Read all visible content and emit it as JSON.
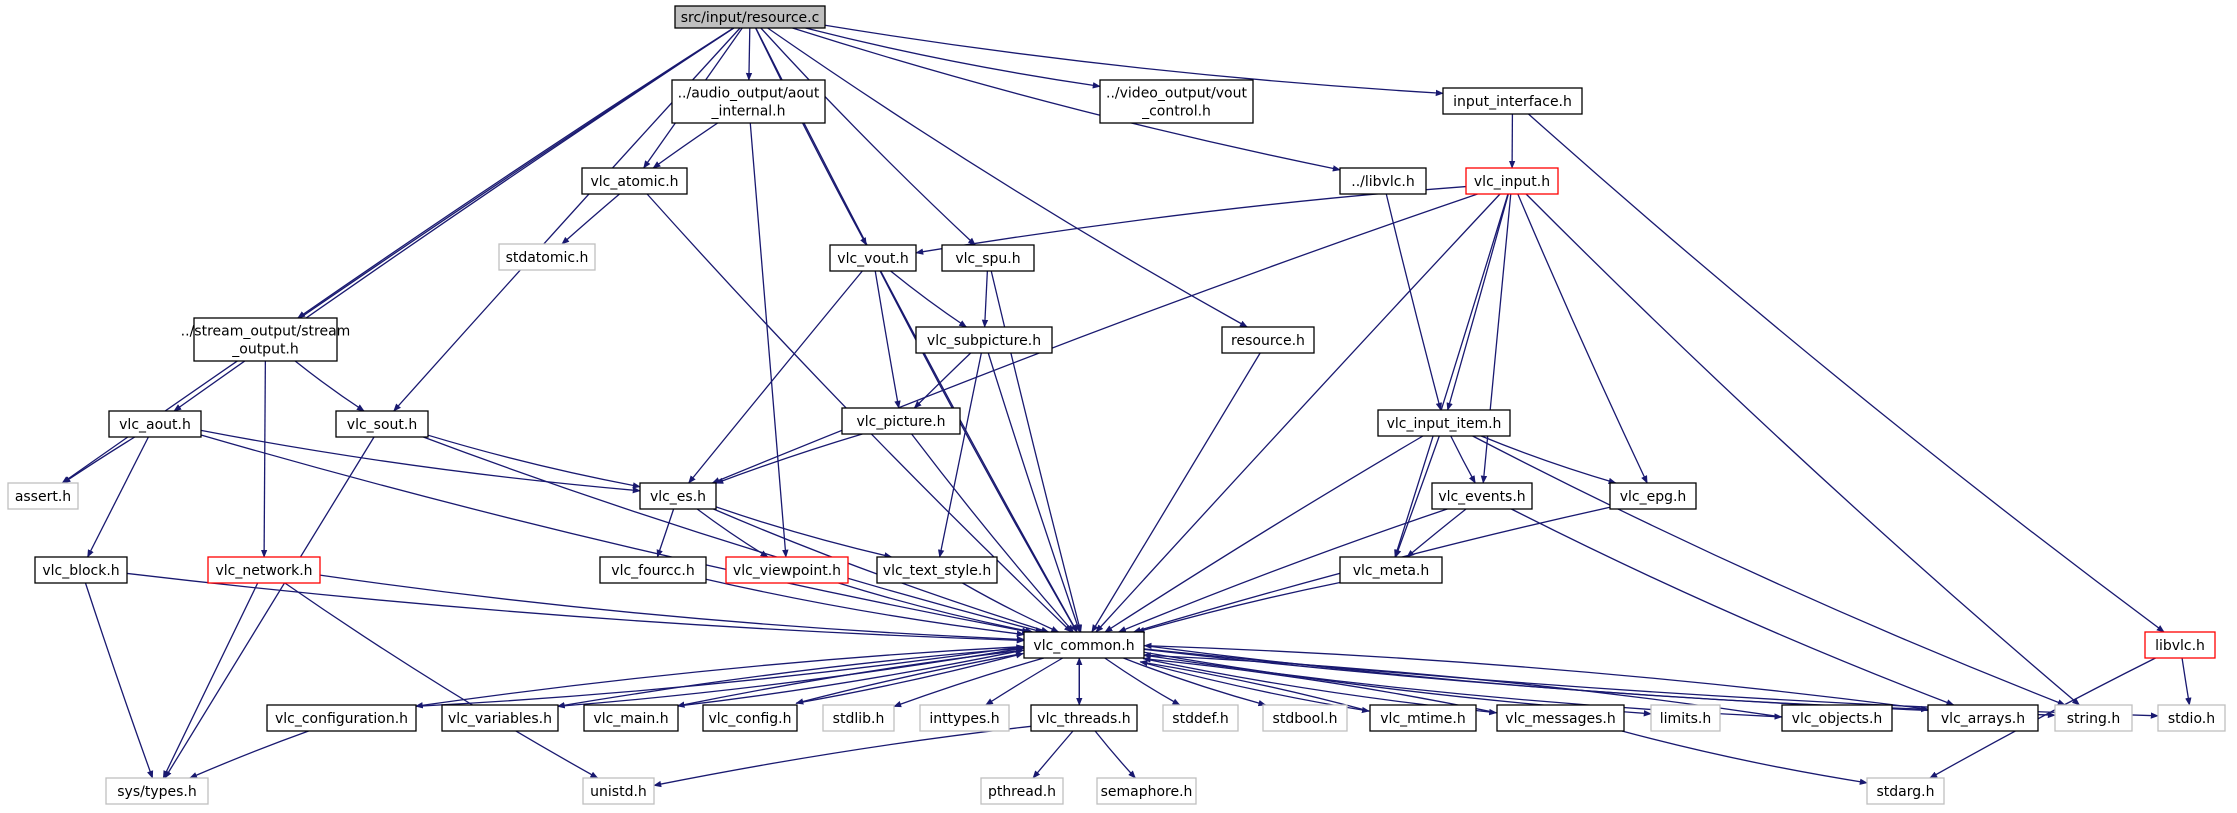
{
  "graph": {
    "colors": {
      "edge": "#191970",
      "border_default": "#000000",
      "border_system": "#bfbfbf",
      "border_truncated": "#ff0000",
      "fill_root": "#bfbfbf",
      "fill_default": "#ffffff",
      "text": "#000000"
    },
    "nodes": [
      {
        "id": "resource_c",
        "lines": [
          "src/input/resource.c"
        ],
        "kind": "root"
      },
      {
        "id": "aout_internal",
        "lines": [
          "../audio_output/aout",
          "_internal.h"
        ],
        "kind": "default"
      },
      {
        "id": "vout_control",
        "lines": [
          "../video_output/vout",
          "_control.h"
        ],
        "kind": "default"
      },
      {
        "id": "input_interface",
        "lines": [
          "input_interface.h"
        ],
        "kind": "default"
      },
      {
        "id": "vlc_atomic",
        "lines": [
          "vlc_atomic.h"
        ],
        "kind": "default"
      },
      {
        "id": "libvlc_rel",
        "lines": [
          "../libvlc.h"
        ],
        "kind": "default"
      },
      {
        "id": "vlc_input",
        "lines": [
          "vlc_input.h"
        ],
        "kind": "truncated"
      },
      {
        "id": "stdatomic",
        "lines": [
          "stdatomic.h"
        ],
        "kind": "system"
      },
      {
        "id": "vlc_vout",
        "lines": [
          "vlc_vout.h"
        ],
        "kind": "default"
      },
      {
        "id": "vlc_spu",
        "lines": [
          "vlc_spu.h"
        ],
        "kind": "default"
      },
      {
        "id": "stream_output",
        "lines": [
          "../stream_output/stream",
          "_output.h"
        ],
        "kind": "default"
      },
      {
        "id": "vlc_subpicture",
        "lines": [
          "vlc_subpicture.h"
        ],
        "kind": "default"
      },
      {
        "id": "resource_h",
        "lines": [
          "resource.h"
        ],
        "kind": "default"
      },
      {
        "id": "vlc_aout",
        "lines": [
          "vlc_aout.h"
        ],
        "kind": "default"
      },
      {
        "id": "vlc_sout",
        "lines": [
          "vlc_sout.h"
        ],
        "kind": "default"
      },
      {
        "id": "vlc_picture",
        "lines": [
          "vlc_picture.h"
        ],
        "kind": "default"
      },
      {
        "id": "vlc_input_item",
        "lines": [
          "vlc_input_item.h"
        ],
        "kind": "default"
      },
      {
        "id": "assert",
        "lines": [
          "assert.h"
        ],
        "kind": "system"
      },
      {
        "id": "vlc_es",
        "lines": [
          "vlc_es.h"
        ],
        "kind": "default"
      },
      {
        "id": "vlc_events",
        "lines": [
          "vlc_events.h"
        ],
        "kind": "default"
      },
      {
        "id": "vlc_epg",
        "lines": [
          "vlc_epg.h"
        ],
        "kind": "default"
      },
      {
        "id": "vlc_block",
        "lines": [
          "vlc_block.h"
        ],
        "kind": "default"
      },
      {
        "id": "vlc_network",
        "lines": [
          "vlc_network.h"
        ],
        "kind": "truncated"
      },
      {
        "id": "vlc_fourcc",
        "lines": [
          "vlc_fourcc.h"
        ],
        "kind": "default"
      },
      {
        "id": "vlc_viewpoint",
        "lines": [
          "vlc_viewpoint.h"
        ],
        "kind": "truncated"
      },
      {
        "id": "vlc_text_style",
        "lines": [
          "vlc_text_style.h"
        ],
        "kind": "default"
      },
      {
        "id": "vlc_meta",
        "lines": [
          "vlc_meta.h"
        ],
        "kind": "default"
      },
      {
        "id": "libvlc_h",
        "lines": [
          "libvlc.h"
        ],
        "kind": "truncated"
      },
      {
        "id": "vlc_common",
        "lines": [
          "vlc_common.h"
        ],
        "kind": "default"
      },
      {
        "id": "vlc_configuration",
        "lines": [
          "vlc_configuration.h"
        ],
        "kind": "default"
      },
      {
        "id": "vlc_variables",
        "lines": [
          "vlc_variables.h"
        ],
        "kind": "default"
      },
      {
        "id": "vlc_main",
        "lines": [
          "vlc_main.h"
        ],
        "kind": "default"
      },
      {
        "id": "vlc_config",
        "lines": [
          "vlc_config.h"
        ],
        "kind": "default"
      },
      {
        "id": "stdlib",
        "lines": [
          "stdlib.h"
        ],
        "kind": "system"
      },
      {
        "id": "inttypes",
        "lines": [
          "inttypes.h"
        ],
        "kind": "system"
      },
      {
        "id": "vlc_threads",
        "lines": [
          "vlc_threads.h"
        ],
        "kind": "default"
      },
      {
        "id": "stddef",
        "lines": [
          "stddef.h"
        ],
        "kind": "system"
      },
      {
        "id": "stdbool",
        "lines": [
          "stdbool.h"
        ],
        "kind": "system"
      },
      {
        "id": "vlc_mtime",
        "lines": [
          "vlc_mtime.h"
        ],
        "kind": "default"
      },
      {
        "id": "vlc_messages",
        "lines": [
          "vlc_messages.h"
        ],
        "kind": "default"
      },
      {
        "id": "limits",
        "lines": [
          "limits.h"
        ],
        "kind": "system"
      },
      {
        "id": "vlc_objects",
        "lines": [
          "vlc_objects.h"
        ],
        "kind": "default"
      },
      {
        "id": "vlc_arrays",
        "lines": [
          "vlc_arrays.h"
        ],
        "kind": "default"
      },
      {
        "id": "string",
        "lines": [
          "string.h"
        ],
        "kind": "system"
      },
      {
        "id": "stdio",
        "lines": [
          "stdio.h"
        ],
        "kind": "system"
      },
      {
        "id": "sys_types",
        "lines": [
          "sys/types.h"
        ],
        "kind": "system"
      },
      {
        "id": "unistd",
        "lines": [
          "unistd.h"
        ],
        "kind": "system"
      },
      {
        "id": "pthread",
        "lines": [
          "pthread.h"
        ],
        "kind": "system"
      },
      {
        "id": "semaphore",
        "lines": [
          "semaphore.h"
        ],
        "kind": "system"
      },
      {
        "id": "stdarg",
        "lines": [
          "stdarg.h"
        ],
        "kind": "system"
      }
    ],
    "edges": [
      [
        "resource_c",
        "assert"
      ],
      [
        "resource_c",
        "vlc_aout"
      ],
      [
        "resource_c",
        "stream_output"
      ],
      [
        "resource_c",
        "vlc_sout"
      ],
      [
        "resource_c",
        "vlc_common"
      ],
      [
        "resource_c",
        "vlc_atomic"
      ],
      [
        "resource_c",
        "aout_internal"
      ],
      [
        "resource_c",
        "vlc_vout"
      ],
      [
        "resource_c",
        "vlc_spu"
      ],
      [
        "resource_c",
        "resource_h"
      ],
      [
        "resource_c",
        "vout_control"
      ],
      [
        "resource_c",
        "libvlc_rel"
      ],
      [
        "resource_c",
        "input_interface"
      ],
      [
        "aout_internal",
        "vlc_atomic"
      ],
      [
        "aout_internal",
        "vlc_viewpoint"
      ],
      [
        "input_interface",
        "vlc_input"
      ],
      [
        "input_interface",
        "libvlc_h"
      ],
      [
        "vlc_atomic",
        "stdatomic"
      ],
      [
        "vlc_atomic",
        "vlc_common"
      ],
      [
        "libvlc_rel",
        "vlc_input_item"
      ],
      [
        "vlc_input",
        "vlc_vout"
      ],
      [
        "vlc_input",
        "vlc_es"
      ],
      [
        "vlc_input",
        "vlc_meta"
      ],
      [
        "vlc_input",
        "vlc_input_item"
      ],
      [
        "vlc_input",
        "vlc_events"
      ],
      [
        "vlc_input",
        "vlc_epg"
      ],
      [
        "vlc_input",
        "string"
      ],
      [
        "vlc_input",
        "vlc_common"
      ],
      [
        "vlc_vout",
        "vlc_subpicture"
      ],
      [
        "vlc_vout",
        "vlc_picture"
      ],
      [
        "vlc_vout",
        "vlc_es"
      ],
      [
        "vlc_vout",
        "vlc_common"
      ],
      [
        "vlc_spu",
        "vlc_subpicture"
      ],
      [
        "vlc_spu",
        "vlc_common"
      ],
      [
        "stream_output",
        "vlc_sout"
      ],
      [
        "stream_output",
        "vlc_network"
      ],
      [
        "vlc_subpicture",
        "vlc_picture"
      ],
      [
        "vlc_subpicture",
        "vlc_text_style"
      ],
      [
        "vlc_subpicture",
        "vlc_common"
      ],
      [
        "resource_h",
        "vlc_common"
      ],
      [
        "vlc_aout",
        "assert"
      ],
      [
        "vlc_aout",
        "vlc_es"
      ],
      [
        "vlc_aout",
        "vlc_block"
      ],
      [
        "vlc_aout",
        "vlc_common"
      ],
      [
        "vlc_sout",
        "vlc_es"
      ],
      [
        "vlc_sout",
        "sys_types"
      ],
      [
        "vlc_sout",
        "vlc_common"
      ],
      [
        "vlc_picture",
        "vlc_es"
      ],
      [
        "vlc_picture",
        "vlc_common"
      ],
      [
        "vlc_input_item",
        "vlc_meta"
      ],
      [
        "vlc_input_item",
        "vlc_events"
      ],
      [
        "vlc_input_item",
        "vlc_epg"
      ],
      [
        "vlc_input_item",
        "string"
      ],
      [
        "vlc_input_item",
        "vlc_common"
      ],
      [
        "vlc_es",
        "vlc_fourcc"
      ],
      [
        "vlc_es",
        "vlc_viewpoint"
      ],
      [
        "vlc_es",
        "vlc_text_style"
      ],
      [
        "vlc_es",
        "vlc_common"
      ],
      [
        "vlc_events",
        "vlc_meta"
      ],
      [
        "vlc_events",
        "vlc_common"
      ],
      [
        "vlc_events",
        "vlc_arrays"
      ],
      [
        "vlc_epg",
        "vlc_common"
      ],
      [
        "vlc_block",
        "sys_types"
      ],
      [
        "vlc_block",
        "vlc_common"
      ],
      [
        "vlc_network",
        "sys_types"
      ],
      [
        "vlc_network",
        "unistd"
      ],
      [
        "vlc_network",
        "vlc_common"
      ],
      [
        "vlc_fourcc",
        "vlc_common"
      ],
      [
        "vlc_viewpoint",
        "vlc_common"
      ],
      [
        "vlc_text_style",
        "vlc_common"
      ],
      [
        "vlc_meta",
        "vlc_common"
      ],
      [
        "libvlc_h",
        "stdio"
      ],
      [
        "libvlc_h",
        "stdarg"
      ],
      [
        "vlc_common",
        "vlc_configuration"
      ],
      [
        "vlc_common",
        "vlc_variables"
      ],
      [
        "vlc_common",
        "vlc_main"
      ],
      [
        "vlc_common",
        "vlc_config"
      ],
      [
        "vlc_common",
        "stdlib"
      ],
      [
        "vlc_common",
        "inttypes"
      ],
      [
        "vlc_common",
        "vlc_threads"
      ],
      [
        "vlc_common",
        "stddef"
      ],
      [
        "vlc_common",
        "stdbool"
      ],
      [
        "vlc_common",
        "vlc_mtime"
      ],
      [
        "vlc_common",
        "vlc_messages"
      ],
      [
        "vlc_common",
        "limits"
      ],
      [
        "vlc_common",
        "vlc_objects"
      ],
      [
        "vlc_common",
        "vlc_arrays"
      ],
      [
        "vlc_common",
        "string"
      ],
      [
        "vlc_common",
        "stdio"
      ],
      [
        "vlc_configuration",
        "vlc_common"
      ],
      [
        "vlc_configuration",
        "sys_types"
      ],
      [
        "vlc_variables",
        "vlc_common"
      ],
      [
        "vlc_main",
        "vlc_common"
      ],
      [
        "vlc_config",
        "vlc_common"
      ],
      [
        "vlc_threads",
        "vlc_common"
      ],
      [
        "vlc_threads",
        "unistd"
      ],
      [
        "vlc_threads",
        "pthread"
      ],
      [
        "vlc_threads",
        "semaphore"
      ],
      [
        "vlc_mtime",
        "vlc_common"
      ],
      [
        "vlc_messages",
        "vlc_common"
      ],
      [
        "vlc_messages",
        "stdarg"
      ],
      [
        "vlc_objects",
        "vlc_common"
      ],
      [
        "vlc_arrays",
        "vlc_common"
      ]
    ]
  }
}
